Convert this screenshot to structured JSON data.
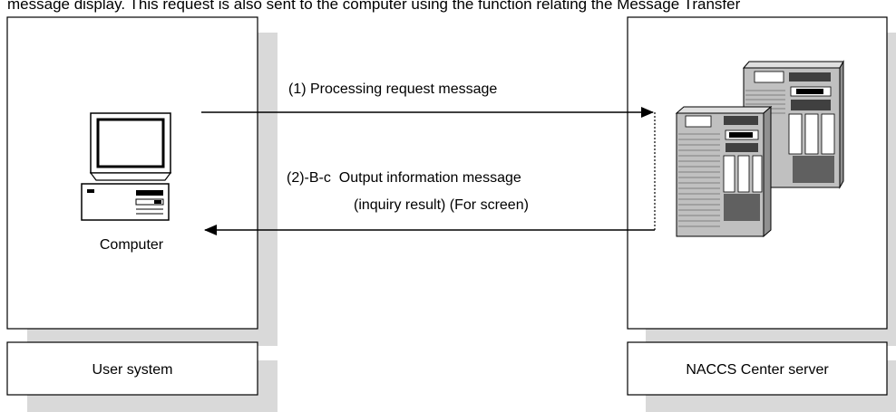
{
  "header_partial_text": "message display. This request is also sent to the computer using the function relating the Message Transfer",
  "left_panel": {
    "device_label": "Computer",
    "caption": "User system"
  },
  "right_panel": {
    "caption": "NACCS Center server"
  },
  "messages": {
    "request": "(1) Processing request message",
    "response_line1": "(2)-B-c  Output information message",
    "response_line2": "(inquiry result) (For screen)"
  },
  "colors": {
    "shadow": "#d9d9d9",
    "border": "#000000",
    "server_body": "#c0c0c0",
    "server_dark": "#808080"
  }
}
